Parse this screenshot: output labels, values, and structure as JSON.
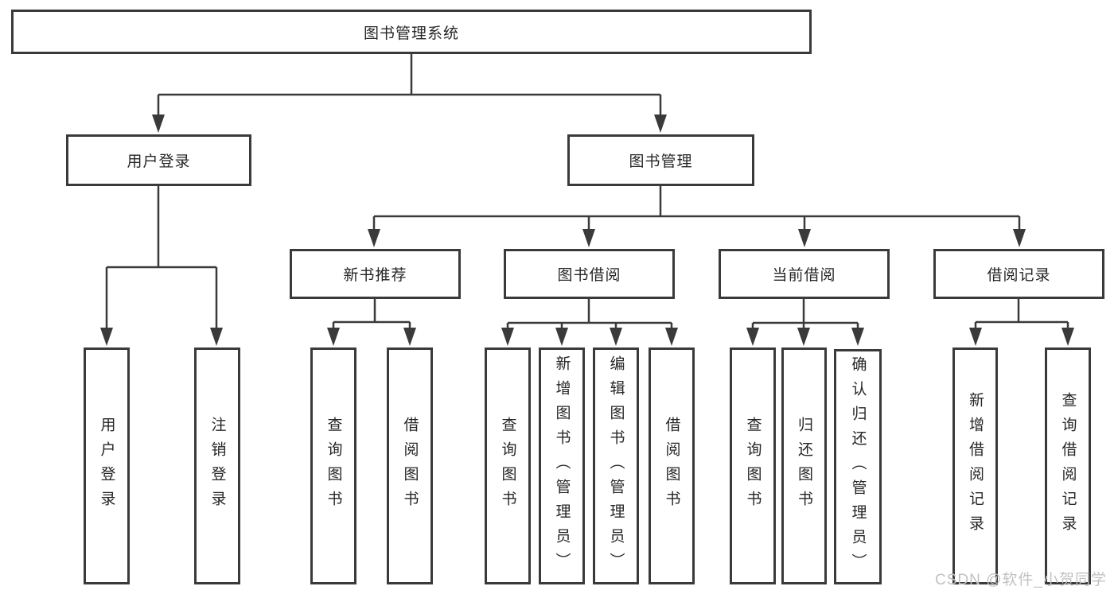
{
  "colors": {
    "line": "#3a3a3a",
    "text": "#262626",
    "box-bg": "#ffffff",
    "watermark": "#c2c2c2"
  },
  "tree": {
    "root": {
      "label": "图书管理系统"
    },
    "level2": [
      {
        "label": "用户登录"
      },
      {
        "label": "图书管理"
      }
    ],
    "level3": [
      {
        "label": "新书推荐"
      },
      {
        "label": "图书借阅"
      },
      {
        "label": "当前借阅"
      },
      {
        "label": "借阅记录"
      }
    ],
    "leaves": {
      "user_login": [
        "用户登录",
        "注销登录"
      ],
      "new_book": [
        "查询图书",
        "借阅图书"
      ],
      "book_borrow": [
        "查询图书",
        "新增图书（管理员）",
        "编辑图书（管理员）",
        "借阅图书"
      ],
      "current_borrow": [
        "查询图书",
        "归还图书",
        "确认归还（管理员）"
      ],
      "borrow_record": [
        "新增借阅记录",
        "查询借阅记录"
      ]
    }
  },
  "watermark": "CSDN @软件_小贺同学"
}
